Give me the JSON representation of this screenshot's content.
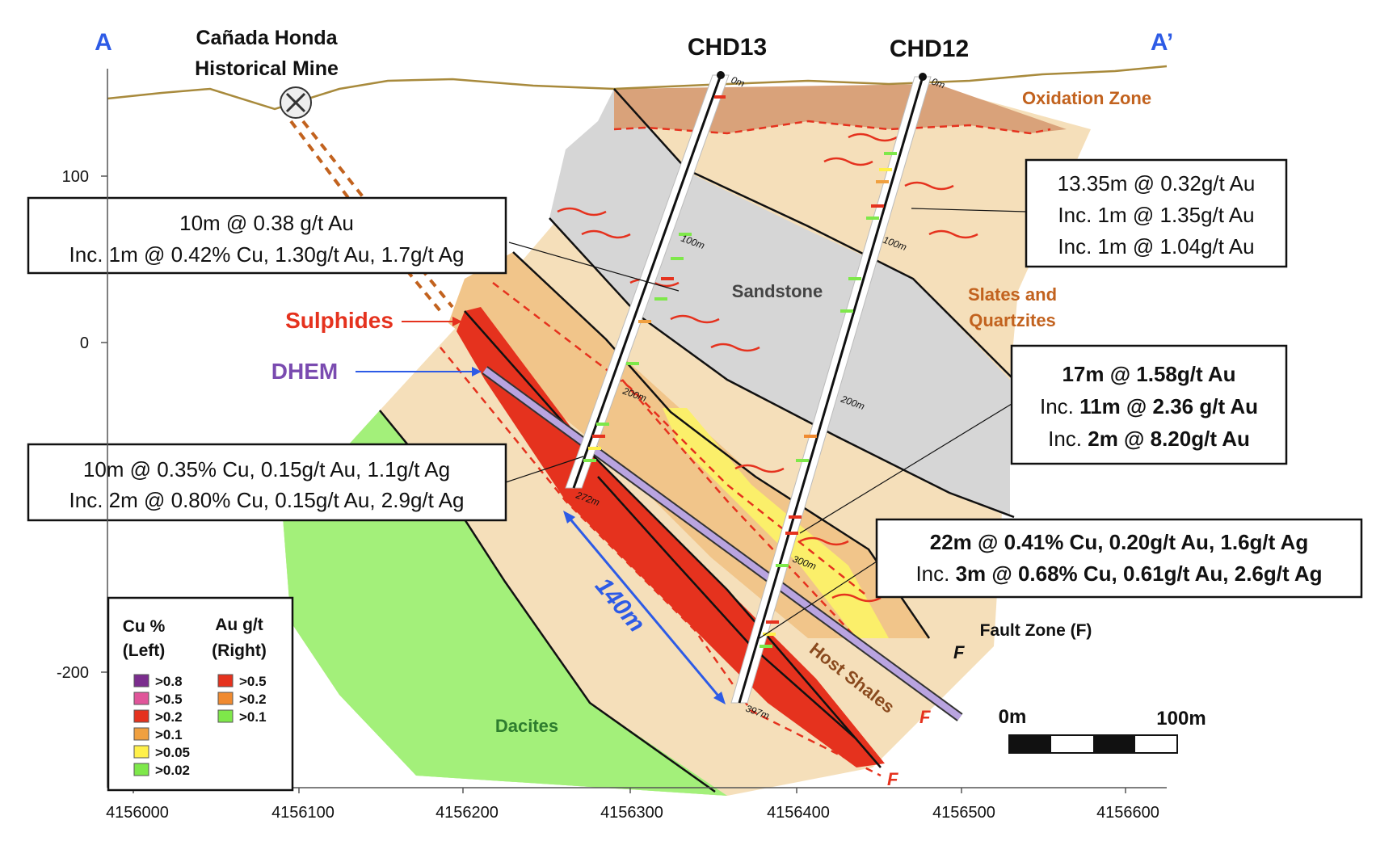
{
  "section": {
    "left_label": "A",
    "right_label": "A’",
    "mine_label_line1": "Cañada Honda",
    "mine_label_line2": "Historical Mine",
    "mine_symbol": "crossed-hammers-icon"
  },
  "holes": [
    {
      "name": "CHD13",
      "depth_labels": [
        "0m",
        "100m",
        "200m",
        "272m"
      ]
    },
    {
      "name": "CHD12",
      "depth_labels": [
        "0m",
        "100m",
        "200m",
        "300m",
        "397m"
      ]
    }
  ],
  "units": {
    "oxidation": "Oxidation Zone",
    "sandstone": "Sandstone",
    "slates_line1": "Slates and",
    "slates_line2": "Quartzites",
    "host_shales": "Host Shales",
    "dacites": "Dacites",
    "fault_zone": "Fault Zone (F)",
    "fault_marker": "F"
  },
  "callouts": {
    "sulphides": "Sulphides",
    "dhem": "DHEM",
    "distance": "140m"
  },
  "intercepts": {
    "box1": [
      "10m @ 0.38 g/t Au",
      "Inc. 1m @ 0.42% Cu, 1.30g/t Au, 1.7g/t Ag"
    ],
    "box2": [
      "13.35m @ 0.32g/t Au",
      "Inc. 1m @ 1.35g/t Au",
      "Inc. 1m @ 1.04g/t Au"
    ],
    "box3": [
      "10m @ 0.35% Cu, 0.15g/t Au, 1.1g/t Ag",
      "Inc. 2m @ 0.80% Cu, 0.15g/t Au, 2.9g/t Ag"
    ],
    "box4": {
      "line1_bold": "17m @ 1.58g/t Au",
      "line2_pre": "Inc. ",
      "line2_bold": "11m @ 2.36 g/t Au",
      "line3_pre": "Inc. ",
      "line3_bold": "2m @ 8.20g/t Au"
    },
    "box5": {
      "line1_bold": "22m @ 0.41% Cu, 0.20g/t Au, 1.6g/t Ag",
      "line2_pre": "Inc. ",
      "line2_bold": "3m @ 0.68% Cu, 0.61g/t Au, 2.6g/t Ag"
    }
  },
  "legend": {
    "cu_title_line1": "Cu %",
    "cu_title_line2": "(Left)",
    "au_title_line1": "Au g/t",
    "au_title_line2": "(Right)",
    "cu_items": [
      {
        "label": ">0.8",
        "color": "#7b2d8e"
      },
      {
        "label": ">0.5",
        "color": "#e0559a"
      },
      {
        "label": ">0.2",
        "color": "#e5321e"
      },
      {
        "label": ">0.1",
        "color": "#f0a040"
      },
      {
        "label": ">0.05",
        "color": "#fff04a"
      },
      {
        "label": ">0.02",
        "color": "#7ee84a"
      }
    ],
    "au_items": [
      {
        "label": ">0.5",
        "color": "#e5321e"
      },
      {
        "label": ">0.2",
        "color": "#f08a30"
      },
      {
        "label": ">0.1",
        "color": "#7ee84a"
      }
    ]
  },
  "scale_bar": {
    "start": "0m",
    "end": "100m"
  },
  "axes": {
    "y_ticks": [
      "100",
      "0",
      "-200"
    ],
    "x_ticks": [
      "4156000",
      "4156100",
      "4156200",
      "4156300",
      "4156400",
      "4156500",
      "4156600"
    ]
  },
  "colors": {
    "oxidation": "#d9a27a",
    "slates": "#f5dfba",
    "sandstone": "#d6d6d6",
    "shales_orange": "#f1c58a",
    "sulphide_red": "#e5321e",
    "dacite_green": "#a3f07a",
    "yellow_zone": "#fbef6a",
    "label_red": "#e5321e",
    "label_purple": "#7a4bb0",
    "label_blue": "#2d5be6",
    "label_orange": "#c2621e"
  }
}
